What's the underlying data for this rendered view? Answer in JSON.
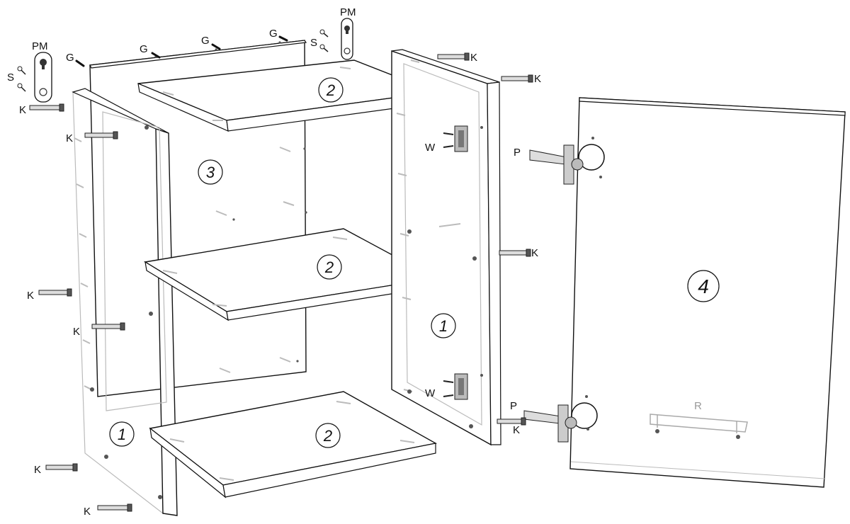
{
  "labels": {
    "pm": "PM",
    "s": "S",
    "g": "G",
    "k": "K",
    "w": "W",
    "p": "P",
    "r": "R"
  },
  "parts": {
    "side_panel": "1",
    "shelf": "2",
    "back_panel": "3",
    "door": "4"
  }
}
